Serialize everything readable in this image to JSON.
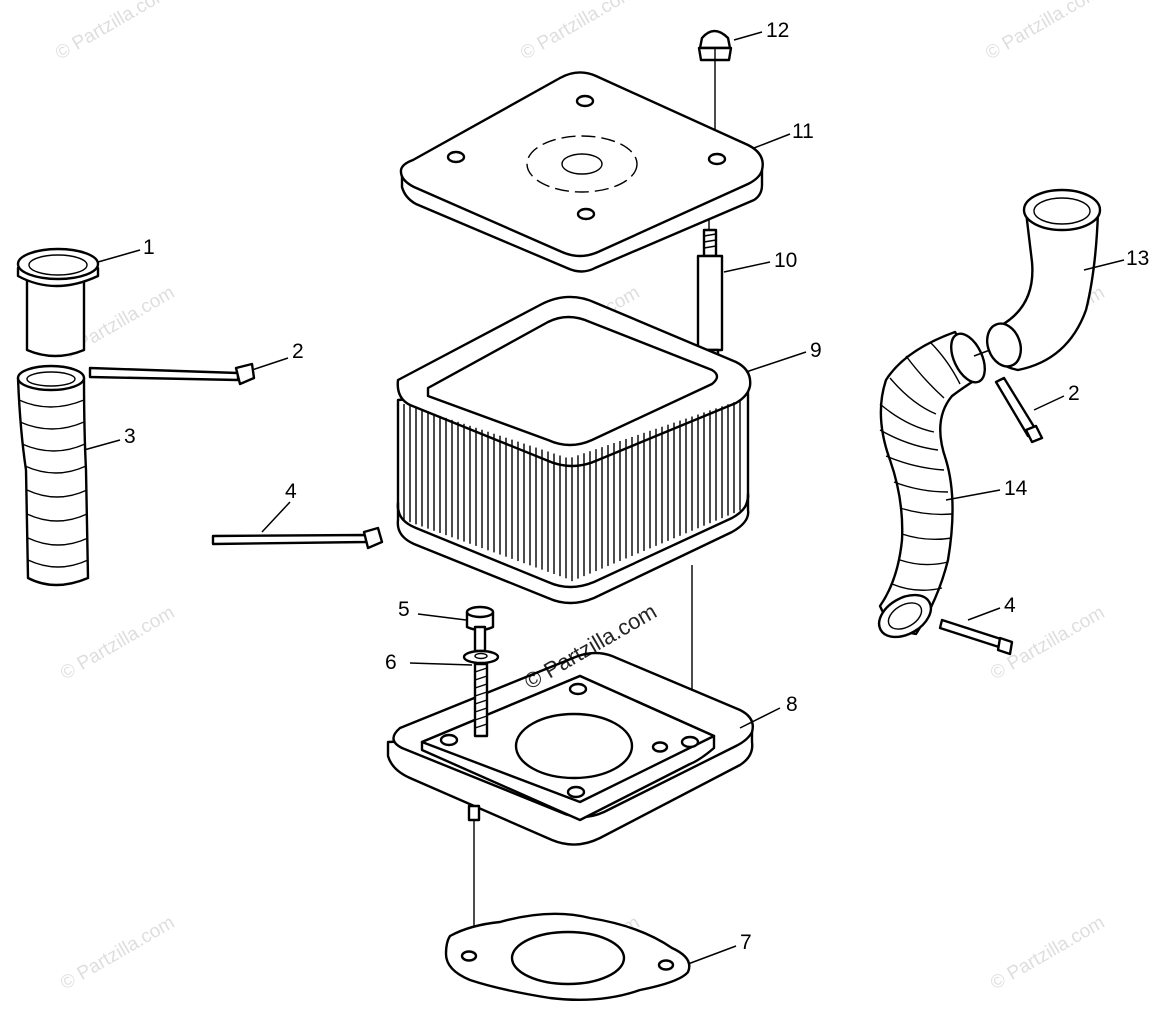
{
  "watermark": "© Partzilla.com",
  "callouts": [
    {
      "id": "c1",
      "label": "1"
    },
    {
      "id": "c2a",
      "label": "2"
    },
    {
      "id": "c3",
      "label": "3"
    },
    {
      "id": "c4a",
      "label": "4"
    },
    {
      "id": "c5",
      "label": "5"
    },
    {
      "id": "c6",
      "label": "6"
    },
    {
      "id": "c7",
      "label": "7"
    },
    {
      "id": "c8",
      "label": "8"
    },
    {
      "id": "c9",
      "label": "9"
    },
    {
      "id": "c10",
      "label": "10"
    },
    {
      "id": "c11",
      "label": "11"
    },
    {
      "id": "c12",
      "label": "12"
    },
    {
      "id": "c13",
      "label": "13"
    },
    {
      "id": "c2b",
      "label": "2"
    },
    {
      "id": "c14",
      "label": "14"
    },
    {
      "id": "c4b",
      "label": "4"
    }
  ],
  "colors": {
    "line": "#000000",
    "background": "#ffffff"
  }
}
